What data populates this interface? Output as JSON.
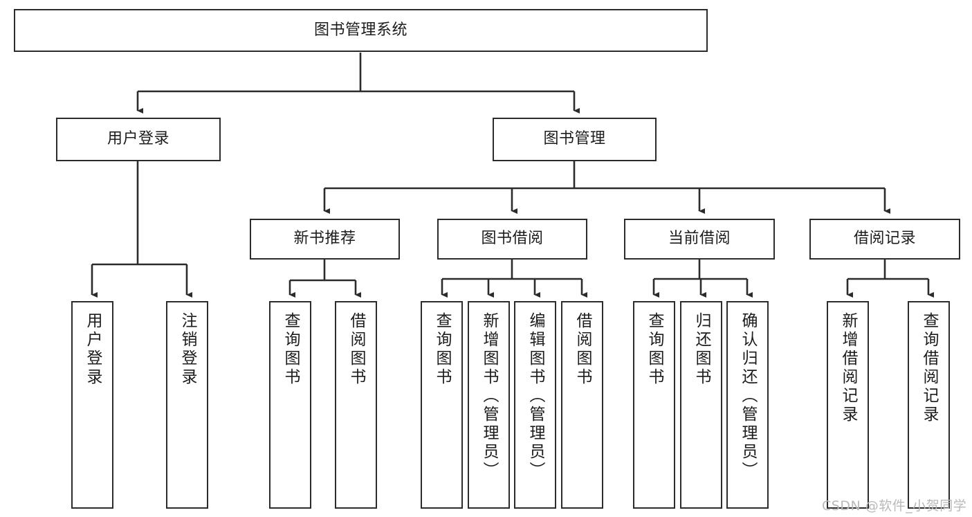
{
  "diagram": {
    "title": "图书管理系统",
    "watermark": "CSDN @软件_小贺同学",
    "stroke_color": "#2b2b2b",
    "background_color": "#ffffff",
    "nodes": {
      "root": "图书管理系统",
      "level1": {
        "user_login": "用户登录",
        "book_manage": "图书管理"
      },
      "level2": {
        "new_book_recommend": "新书推荐",
        "book_borrow": "图书借阅",
        "current_borrow": "当前借阅",
        "borrow_record": "借阅记录"
      },
      "leaves": {
        "user_login_1": "用户登录",
        "user_login_2": "注销登录",
        "new_book_1": "查询图书",
        "new_book_2": "借阅图书",
        "book_borrow_1": "查询图书",
        "book_borrow_2": "新增图书（管理员）",
        "book_borrow_3": "编辑图书（管理员）",
        "book_borrow_4": "借阅图书",
        "current_borrow_1": "查询图书",
        "current_borrow_2": "归还图书",
        "current_borrow_3": "确认归还（管理员）",
        "borrow_record_1": "新增借阅记录",
        "borrow_record_2": "查询借阅记录"
      }
    }
  }
}
